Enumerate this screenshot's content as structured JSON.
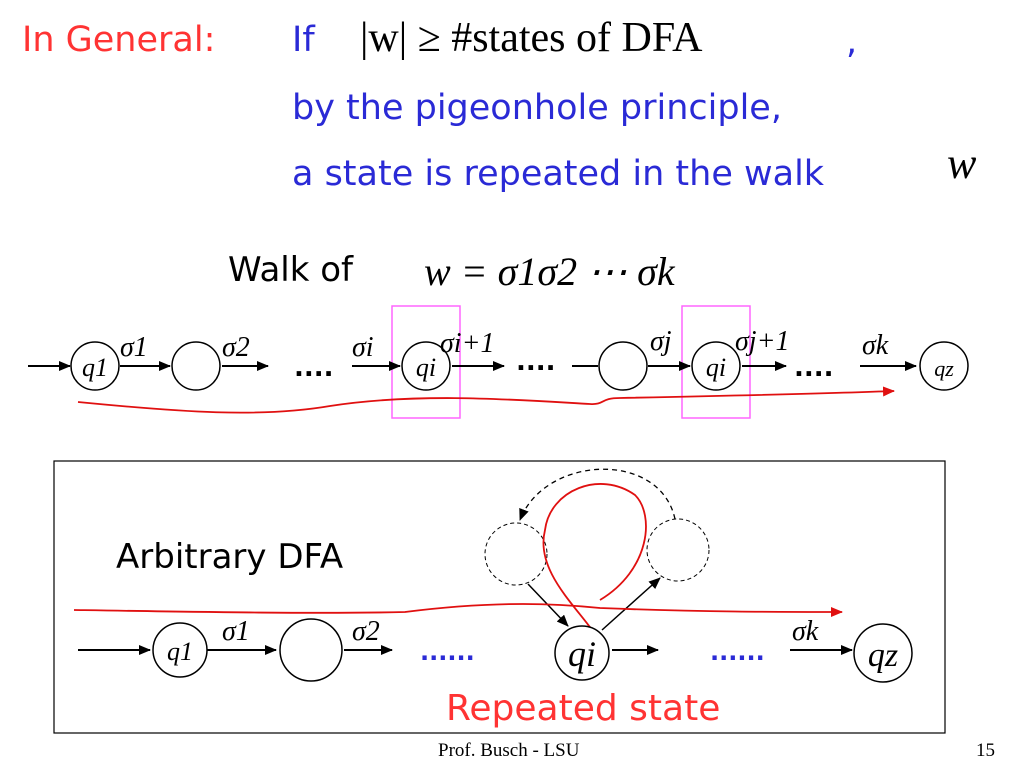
{
  "heading": {
    "label": "In General:",
    "if_word": "If",
    "condition": "|w| ≥ #states of DFA",
    "comma": ",",
    "line2": "by the pigeonhole principle,",
    "line3": "a state is repeated in the walk",
    "walk_var": "w"
  },
  "walk": {
    "label": "Walk of",
    "formula": "w = σ1σ2 ⋯ σk",
    "states": [
      "q1",
      "",
      "qi",
      "",
      "qi",
      "qz"
    ],
    "edge_labels": [
      "σ1",
      "σ2",
      "σi",
      "σi+1",
      "σj",
      "σj+1",
      "σk"
    ],
    "ellipses": [
      "....",
      "....",
      "...."
    ]
  },
  "dfa": {
    "label": "Arbitrary DFA",
    "states": [
      "q1",
      "",
      "qi",
      "qz"
    ],
    "edge_labels": [
      "σ1",
      "σ2",
      "σk"
    ],
    "ellipses": [
      "......",
      "......"
    ],
    "repeated_label": "Repeated state"
  },
  "footer": {
    "author": "Prof. Busch - LSU",
    "page": "15"
  },
  "colors": {
    "accent_red": "#ff3333",
    "text_blue": "#2a2ad6",
    "highlight_pink": "#ff66ff",
    "walk_red": "#e01010"
  }
}
